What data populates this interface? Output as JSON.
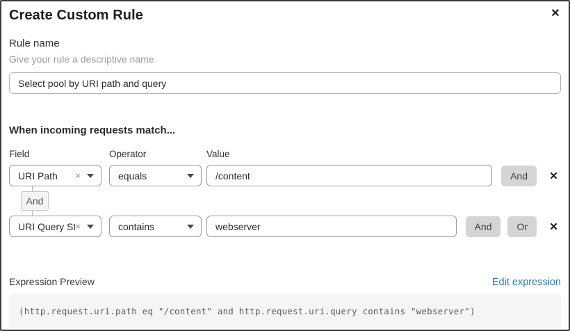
{
  "modal": {
    "title": "Create Custom Rule",
    "close_icon": "✕"
  },
  "rule_name": {
    "label": "Rule name",
    "hint": "Give your rule a descriptive name",
    "value": "Select pool by URI path and query"
  },
  "match": {
    "header": "When incoming requests match...",
    "columns": {
      "field": "Field",
      "operator": "Operator",
      "value": "Value"
    },
    "connector_label": "And",
    "rows": [
      {
        "field": "URI Path",
        "remove_tag_icon": "×",
        "operator": "equals",
        "value": "/content",
        "and_label": "And",
        "remove_row_icon": "✕"
      },
      {
        "field": "URI Query St...",
        "remove_tag_icon": "×",
        "operator": "contains",
        "value": "webserver",
        "and_label": "And",
        "or_label": "Or",
        "remove_row_icon": "✕"
      }
    ]
  },
  "expression": {
    "label": "Expression Preview",
    "edit_link": "Edit expression",
    "link_color": "#2c7bbf",
    "code": "(http.request.uri.path eq \"/content\" and http.request.uri.query contains \"webserver\")"
  }
}
